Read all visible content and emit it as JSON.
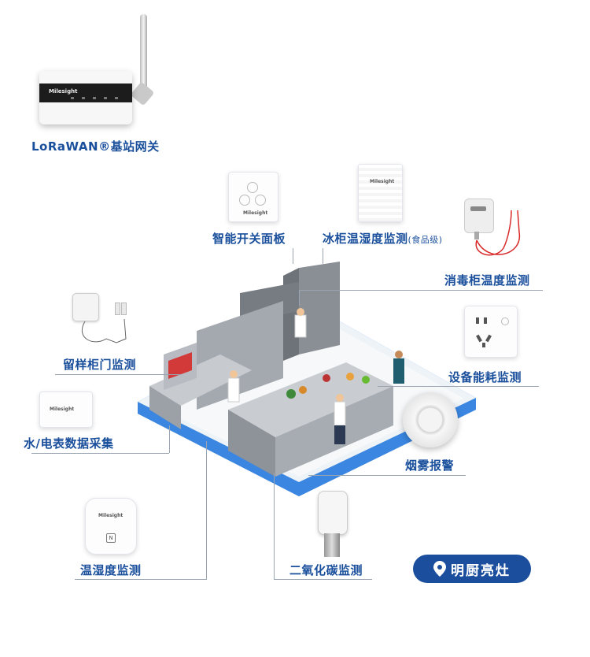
{
  "labels": {
    "gateway": "LoRaWAN®基站网关",
    "smart_switch": "智能开关面板",
    "fridge_temp": "冰柜温湿度监测",
    "fridge_temp_note": "(食品级)",
    "sterilizer_temp": "消毒柜温度监测",
    "sample_cabinet": "留样柜门监测",
    "energy": "设备能耗监测",
    "meter": "水/电表数据采集",
    "smoke": "烟雾报警",
    "humidity": "温湿度监测",
    "co2": "二氧化碳监测"
  },
  "brand": "Milesight",
  "tag": {
    "text": "明厨亮灶",
    "icon": "location-pin-icon"
  },
  "colors": {
    "label": "#1a4f9c",
    "tag_bg": "#1b4f9e",
    "platform": "#2f78d4"
  }
}
